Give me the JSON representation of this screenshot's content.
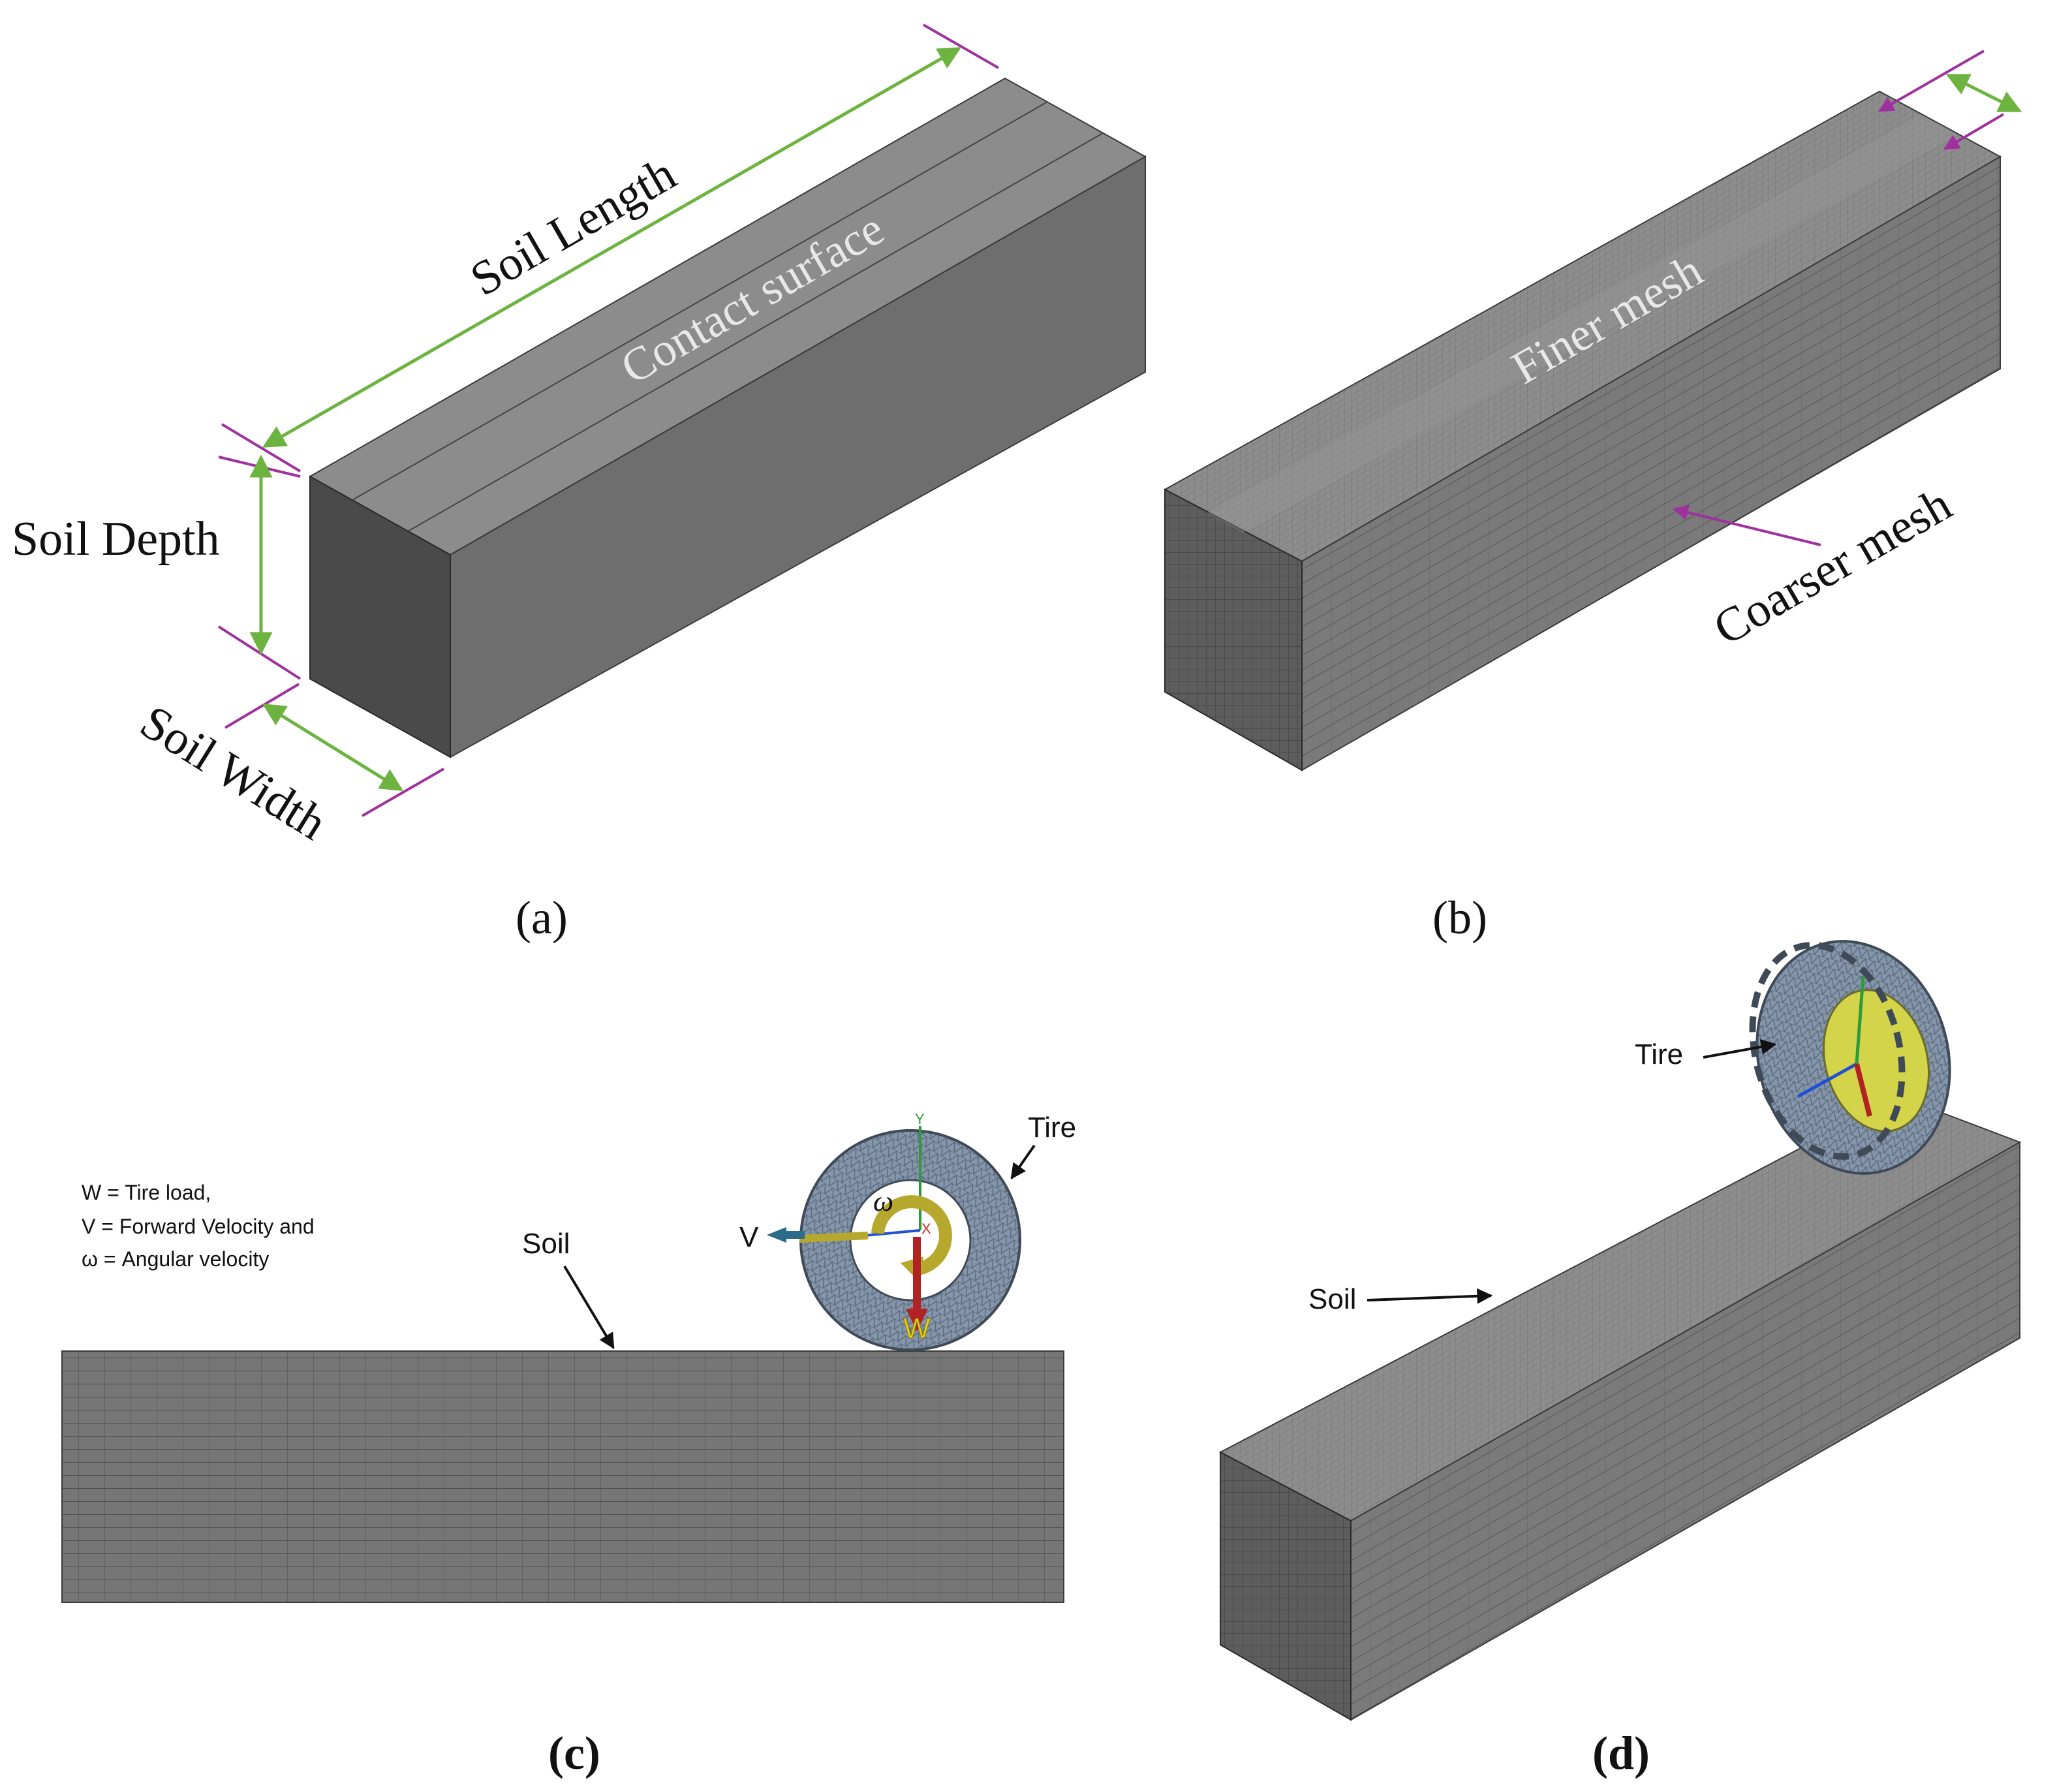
{
  "panels": {
    "a": {
      "caption": "(a)",
      "labels": {
        "length": "Soil Length",
        "depth": "Soil Depth",
        "width": "Soil Width",
        "surface": "Contact surface"
      }
    },
    "b": {
      "caption": "(b)",
      "labels": {
        "fine": "Finer mesh",
        "coarse": "Coarser mesh"
      }
    },
    "c": {
      "caption": "(c)",
      "legend": [
        "W = Tire load,",
        "V = Forward Velocity and",
        "ω = Angular velocity"
      ],
      "labels": {
        "soil": "Soil",
        "tire": "Tire",
        "v": "V",
        "w": "W",
        "omega": "ω",
        "axis_x": "X",
        "axis_y": "Y"
      }
    },
    "d": {
      "caption": "(d)",
      "labels": {
        "tire": "Tire",
        "soil": "Soil"
      }
    }
  },
  "colors": {
    "dimension_arrow": "#6db33f",
    "tick_line": "#a0309f",
    "box_top": "#8c8c8c",
    "box_side": "#6e6e6e",
    "box_end": "#4a4a4a",
    "load_arrow": "#b22222",
    "velocity_arrow": "#1f4e79",
    "omega_arrow": "#b5a82c",
    "tire_mesh": "#7d8ea3"
  },
  "icons": {
    "tire": "tire-mesh-icon",
    "axis_triad": "axis-triad-icon"
  }
}
